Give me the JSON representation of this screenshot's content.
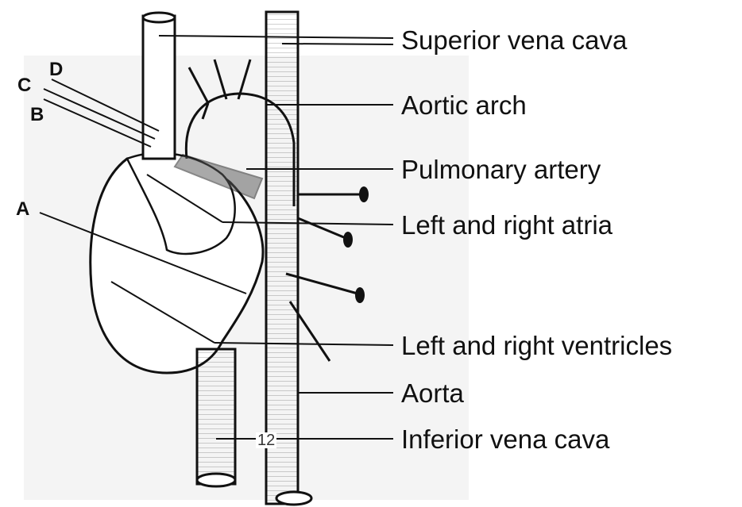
{
  "labels": {
    "superior_vena_cava": "Superior vena cava",
    "aortic_arch": "Aortic arch",
    "pulmonary_artery": "Pulmonary artery",
    "atria": "Left and right atria",
    "ventricles": "Left and right ventricles",
    "aorta": "Aorta",
    "inferior_vena_cava": "Inferior vena cava"
  },
  "letters": {
    "a": "A",
    "b": "B",
    "c": "C",
    "d": "D"
  },
  "page_number": "12",
  "colors": {
    "ink": "#111111",
    "paper": "#ffffff",
    "shade": "#d9d9d9"
  }
}
